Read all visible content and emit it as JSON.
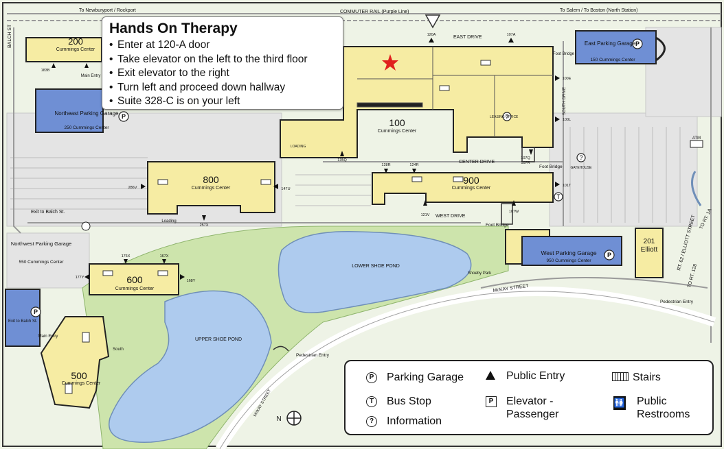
{
  "colors": {
    "building": "#f6eca3",
    "garage": "#6f8fd4",
    "water": "#a9c8ec",
    "grass": "#cfe5b0",
    "road": "#d8d8d8",
    "parking": "#e6e6e6",
    "star": "#e0201d"
  },
  "callout": {
    "title": "Hands On Therapy",
    "bullet": "•",
    "steps": [
      "Enter at 120-A door",
      "Take elevator on the left to the third floor",
      "Exit elevator to the right",
      "Turn left and proceed down hallway",
      "Suite 328-C is on your left"
    ]
  },
  "top_roads": {
    "newburyport": "To Newburyport / Rockport",
    "commuter_rail": "COMMUTER RAIL (Purple Line)",
    "salem": "To Salem / To Boston (North Station)"
  },
  "buildings": {
    "b200": {
      "num": "200",
      "name": "Cummings Center"
    },
    "b100": {
      "num": "100",
      "name": "Cummings Center"
    },
    "b800": {
      "num": "800",
      "name": "Cummings Center"
    },
    "b900": {
      "num": "900",
      "name": "Cummings Center"
    },
    "b600": {
      "num": "600",
      "name": "Cummings Center"
    },
    "b500": {
      "num": "500",
      "name": "Cummings Center"
    },
    "b201": {
      "num": "201",
      "name": "Elliott"
    }
  },
  "garages": {
    "east": {
      "name": "East Parking Garage",
      "addr": "150 Cummings Center"
    },
    "northeast": {
      "name": "Northeast Parking Garage",
      "addr": "250 Cummings Center"
    },
    "west": {
      "name": "West Parking Garage",
      "addr": "950 Cummings Center"
    },
    "northwest": {
      "name": "Northwest Parking Garage",
      "addr": "550 Cummings Center"
    }
  },
  "streets": {
    "east_drive": "EAST DRIVE",
    "center_drive": "CENTER DRIVE",
    "west_drive": "WEST DRIVE",
    "south_drive": "SOUTH DRIVE",
    "mckay_street": "McKAY STREET",
    "mckay_street_2": "McKAY STREET",
    "balch": "BALCH ST",
    "rt62": "RT. 62 / ELLIOTT STREET",
    "to_rt1a": "TO RT. 1A",
    "to_rt128": "TO RT. 128",
    "exit_balch": "Exit to Balch St.",
    "exit_balch_2": "Exit to Balch St."
  },
  "ponds": {
    "lower": "LOWER SHOE POND",
    "upper": "UPPER SHOE POND"
  },
  "misc": {
    "shoeby_park": "Shoeby Park",
    "pedestrian_entry": "Pedestrian Entry",
    "pedestrian_entry_2": "Pedestrian Entry",
    "foot_bridge": "Foot Bridge",
    "foot_bridge_2": "Foot Bridge",
    "foot_bridge_3": "Foot Bridge",
    "leasing_office": "LEASING OFFICE",
    "gatehouse": "GATEHOUSE",
    "atm": "ATM",
    "loading": "Loading",
    "loading_2": "LOADING",
    "main_entry": "Main Entry",
    "main_entry_2": "Main Entry",
    "south": "South",
    "north_letter": "N"
  },
  "door_labels": {
    "d120a": "120A",
    "d107a": "107A",
    "d100e": "100E",
    "d100l": "100L",
    "d107q": "107Q",
    "d107r": "107R",
    "d135q": "135Q",
    "d128r": "128R",
    "d124r": "124R",
    "d101t": "101T",
    "d107w": "107W",
    "d121v": "121V",
    "d286v": "286V",
    "d147u": "147U",
    "d257x": "257X",
    "d176x": "176X",
    "d167x": "167X",
    "d177y": "177Y",
    "d168y": "168Y",
    "d183b": "183B"
  },
  "legend": [
    {
      "icon": "parking-circle-icon",
      "glyph": "P",
      "label": "Parking Garage"
    },
    {
      "icon": "public-entry-triangle-icon",
      "glyph": "",
      "label": "Public Entry"
    },
    {
      "icon": "stairs-icon",
      "glyph": "",
      "label": "Stairs"
    },
    {
      "icon": "bus-stop-circle-icon",
      "glyph": "T",
      "label": "Bus Stop"
    },
    {
      "icon": "elevator-square-icon",
      "glyph": "P",
      "label": "Elevator - Passenger"
    },
    {
      "icon": "restrooms-icon",
      "glyph": "🚻",
      "label": "Public Restrooms"
    },
    {
      "icon": "information-circle-icon",
      "glyph": "?",
      "label": "Information"
    }
  ]
}
